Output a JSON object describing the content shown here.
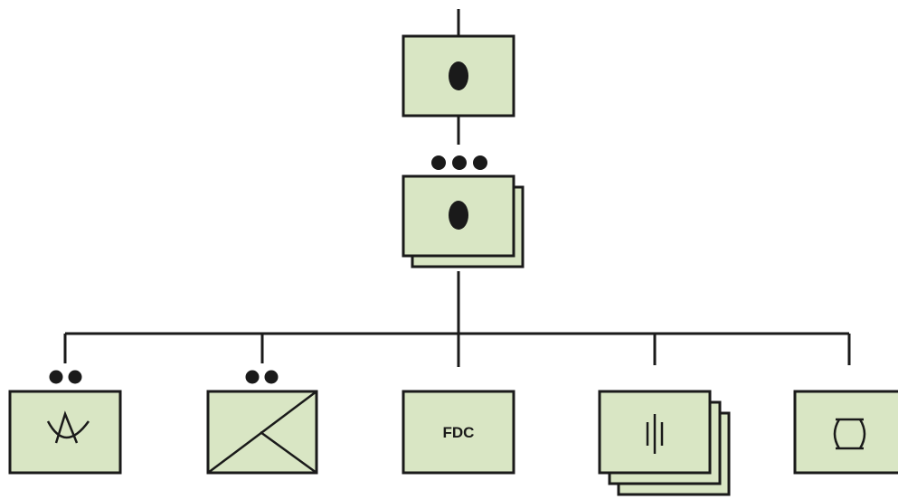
{
  "diagram": {
    "units": [
      {
        "id": "top-unit",
        "symbol": "command-dot",
        "echelon_dots": 0,
        "stacked": 0
      },
      {
        "id": "middle-unit",
        "symbol": "command-dot",
        "echelon_dots": 3,
        "stacked": 1
      },
      {
        "id": "subordinate-unit-1",
        "symbol": "air-defense-arc",
        "echelon_dots": 2,
        "stacked": 0
      },
      {
        "id": "subordinate-unit-2",
        "symbol": "diagonal-split",
        "echelon_dots": 2,
        "stacked": 0
      },
      {
        "id": "subordinate-unit-3",
        "symbol": "text",
        "label": "FDC",
        "echelon_dots": 0,
        "stacked": 0
      },
      {
        "id": "subordinate-unit-4",
        "symbol": "vertical-bars",
        "echelon_dots": 0,
        "stacked": 2
      },
      {
        "id": "subordinate-unit-5",
        "symbol": "hourglass-arcs",
        "echelon_dots": 0,
        "stacked": 0
      }
    ],
    "colors": {
      "unit_fill": "#d9e6c4",
      "stroke": "#1a1a1a",
      "background": "#ffffff"
    }
  }
}
